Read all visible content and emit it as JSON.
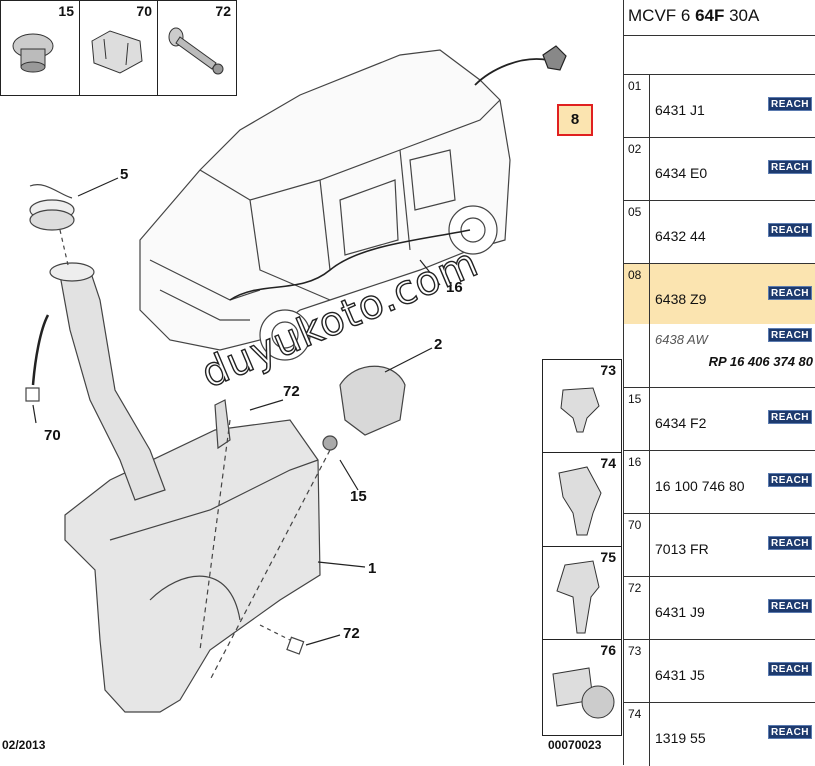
{
  "insets_top": [
    {
      "label": "15"
    },
    {
      "label": "70"
    },
    {
      "label": "72"
    }
  ],
  "insets_side": [
    {
      "label": "73"
    },
    {
      "label": "74"
    },
    {
      "label": "75"
    },
    {
      "label": "76"
    }
  ],
  "callouts": {
    "c5": "5",
    "c16": "16",
    "c2": "2",
    "c72a": "72",
    "c70": "70",
    "c15": "15",
    "c1": "1",
    "c72b": "72",
    "c8": "8"
  },
  "watermark": "duyukoto.com",
  "footer": {
    "date": "02/2013",
    "code": "00070023"
  },
  "panel": {
    "title_prefix": "MCVF 6 ",
    "title_bold": "64F",
    "title_suffix": " 30A",
    "rows": [
      {
        "idx": "01",
        "ref": "6431 J1",
        "reach": "REACH"
      },
      {
        "idx": "02",
        "ref": "6434 E0",
        "reach": "REACH"
      },
      {
        "idx": "05",
        "ref": "6432 44",
        "reach": "REACH"
      },
      {
        "idx": "08",
        "ref": "6438 Z9",
        "reach": "REACH",
        "alt": "6438 AW",
        "alt_reach": "REACH",
        "rp": "RP 16 406 374 80"
      },
      {
        "idx": "15",
        "ref": "6434 F2",
        "reach": "REACH"
      },
      {
        "idx": "16",
        "ref": "16 100 746 80",
        "reach": "REACH"
      },
      {
        "idx": "70",
        "ref": "7013 FR",
        "reach": "REACH"
      },
      {
        "idx": "72",
        "ref": "6431 J9",
        "reach": "REACH"
      },
      {
        "idx": "73",
        "ref": "6431 J5",
        "reach": "REACH"
      },
      {
        "idx": "74",
        "ref": "1319 55",
        "reach": "REACH"
      }
    ]
  }
}
